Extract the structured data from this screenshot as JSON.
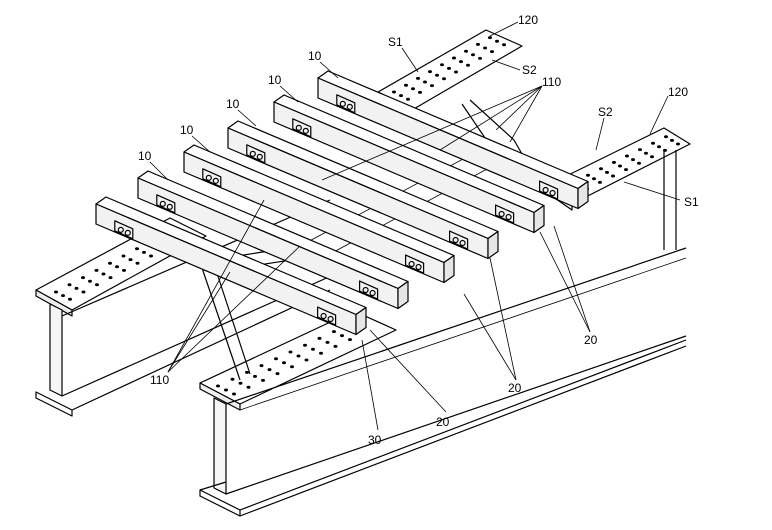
{
  "labels": {
    "sleeper": "10",
    "clamp": "20",
    "anchor": "30",
    "bracing": "110",
    "girder": "120",
    "surface1": "S1",
    "surface2": "S2"
  },
  "colors": {
    "line": "#000000",
    "background": "#ffffff",
    "top_face": "#ffffff",
    "side_face": "#f2f2f2",
    "end_face": "#e6e6e6"
  }
}
